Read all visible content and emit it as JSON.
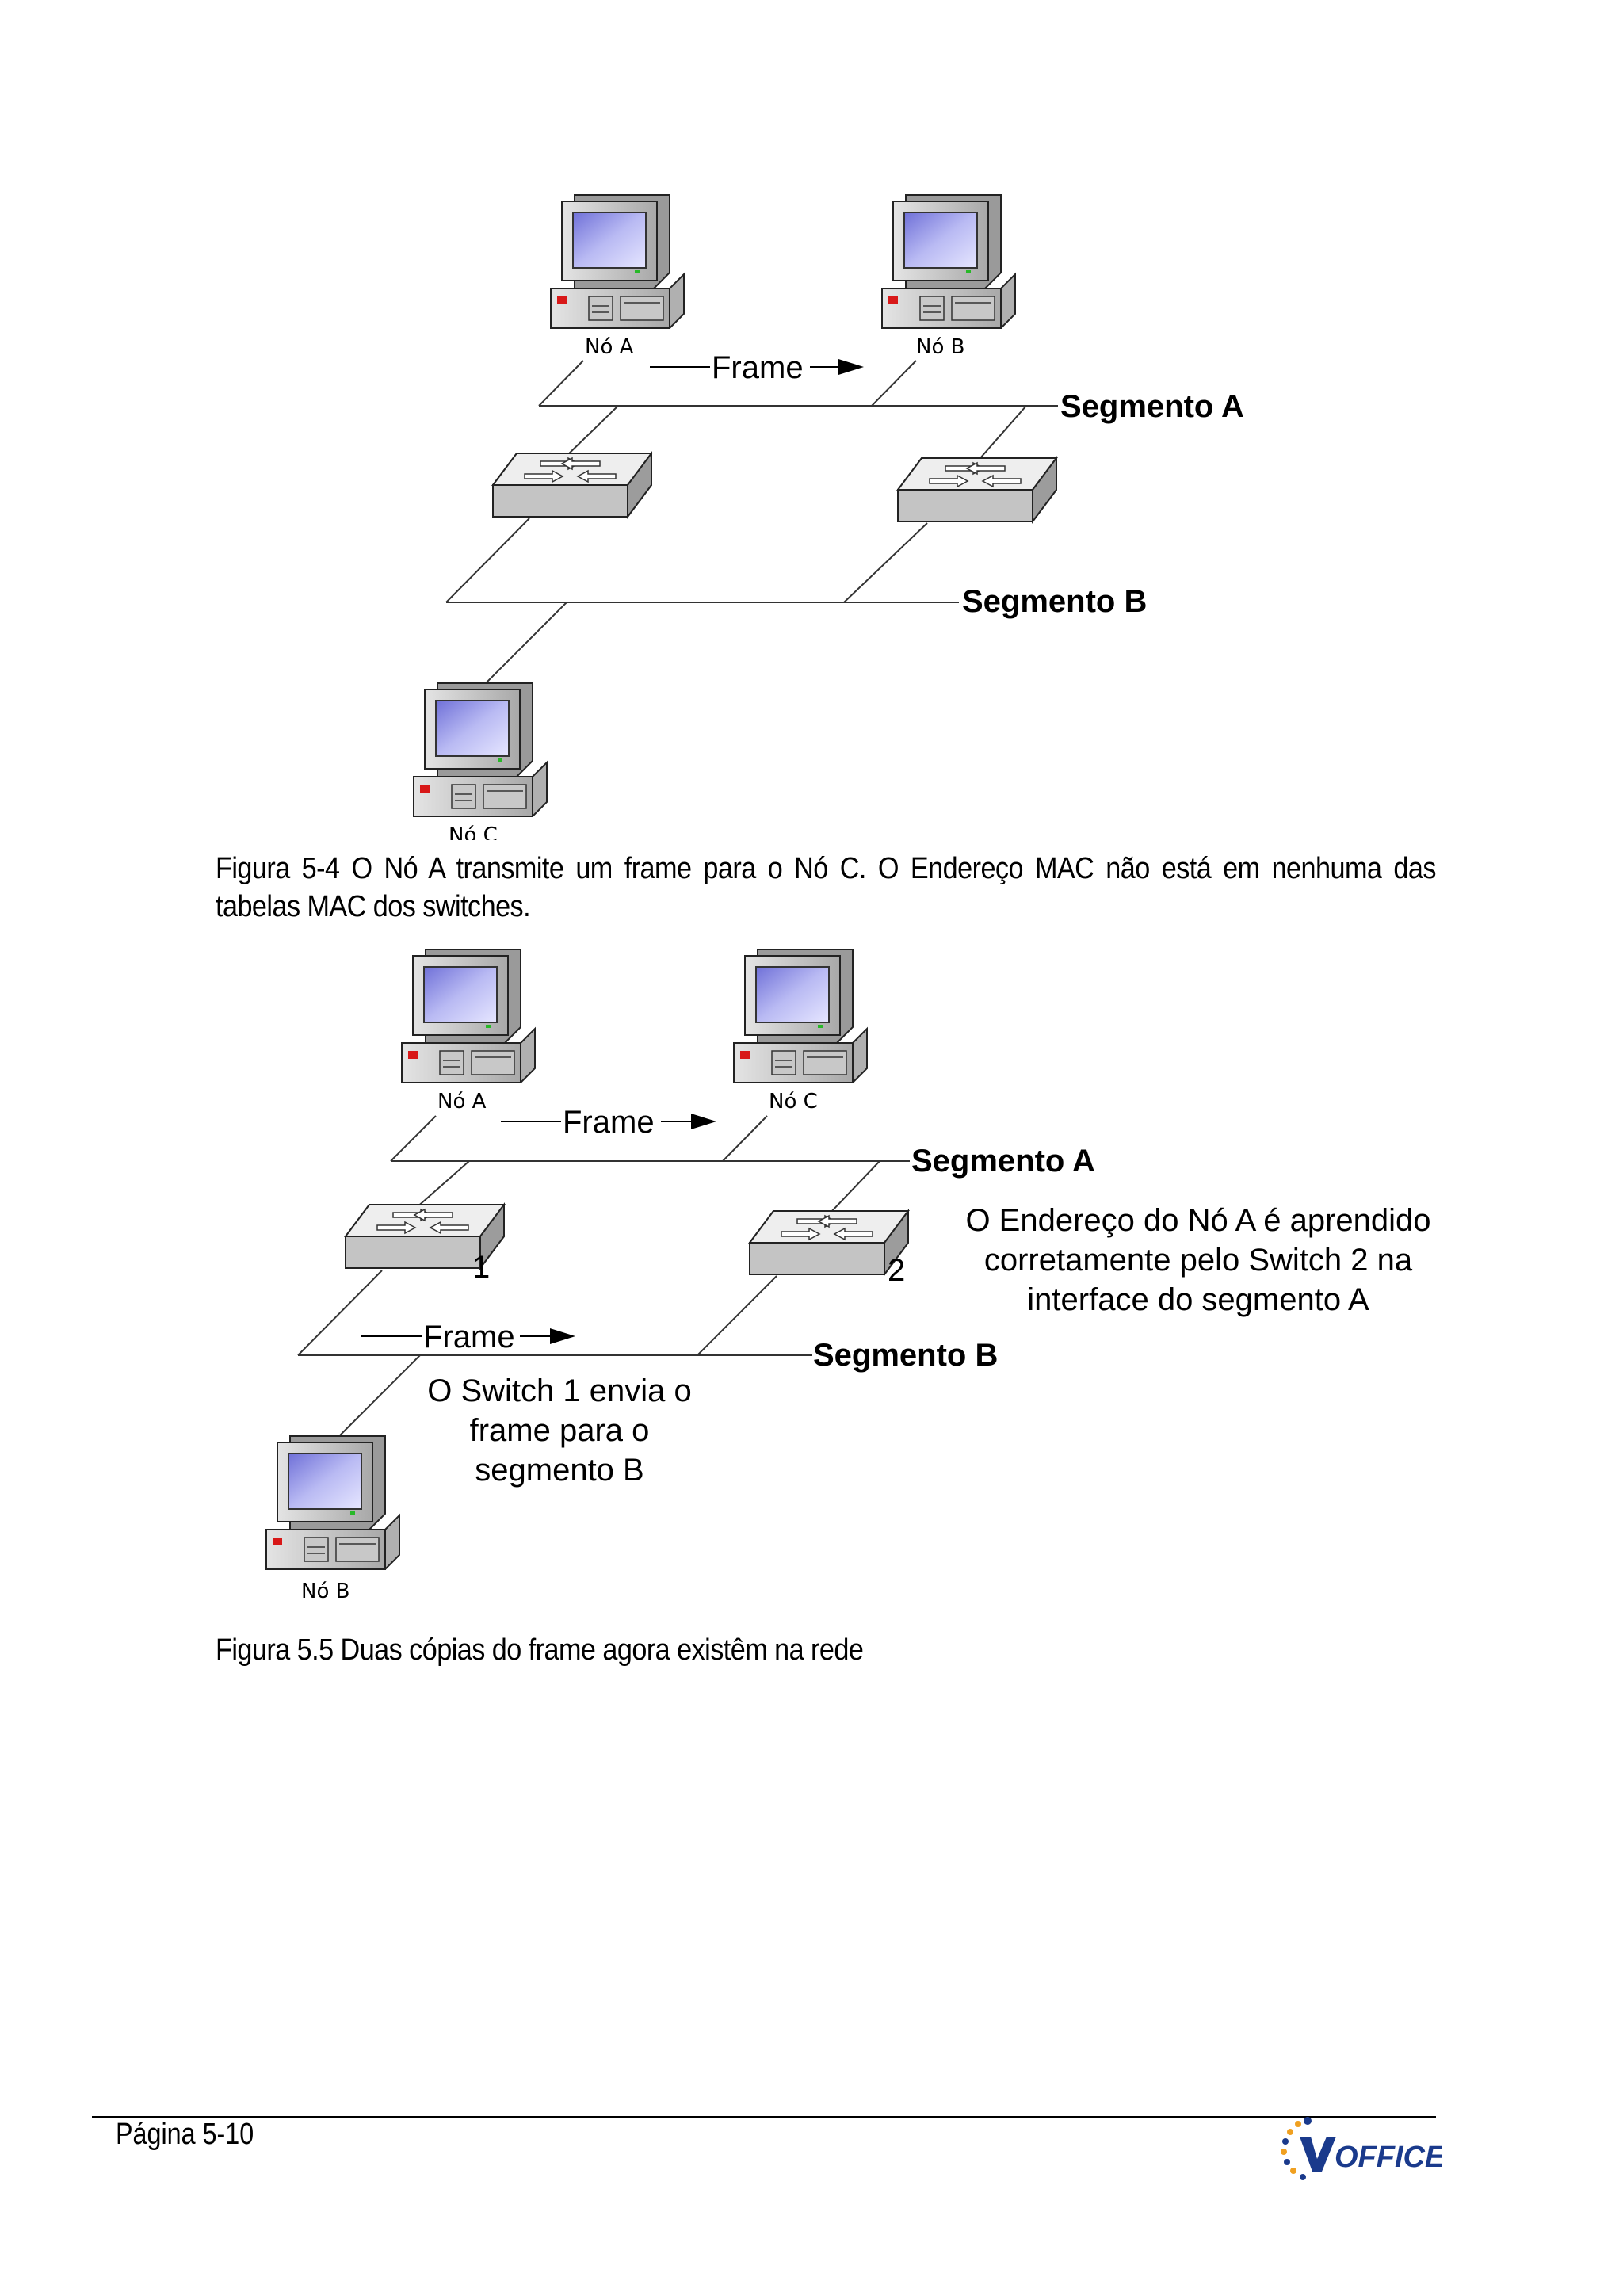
{
  "figure1": {
    "nodes": {
      "a": "Nó A",
      "b": "Nó B",
      "c": "Nó C"
    },
    "frame_label": "Frame",
    "segment_a": "Segmento A",
    "segment_b": "Segmento B",
    "caption": "Figura 5-4 O Nó A transmite um frame para o Nó C. O Endereço MAC não está em nenhuma das tabelas MAC dos switches."
  },
  "figure2": {
    "nodes": {
      "a": "Nó A",
      "c": "Nó C",
      "b": "Nó B"
    },
    "frame_label_top": "Frame",
    "frame_label_bottom": "Frame",
    "segment_a": "Segmento A",
    "segment_b": "Segmento B",
    "switch1_number": "1",
    "switch2_number": "2",
    "note_right": [
      "O Endereço do Nó A é aprendido",
      "corretamente pelo Switch 2 na",
      "interface do segmento A"
    ],
    "note_left": [
      "O Switch 1 envia o",
      "frame para o",
      "segmento B"
    ],
    "caption": "Figura 5.5 Duas cópias do frame agora existêm na rede"
  },
  "footer": {
    "page_number": "Página 5-10",
    "logo_text": "OFFICE"
  },
  "colors": {
    "screen": "#8f90e8",
    "case": "#c8c8c8",
    "switch_top": "#e8e8e8",
    "logo_blue": "#1a3a8c",
    "logo_orange": "#f0a020"
  }
}
